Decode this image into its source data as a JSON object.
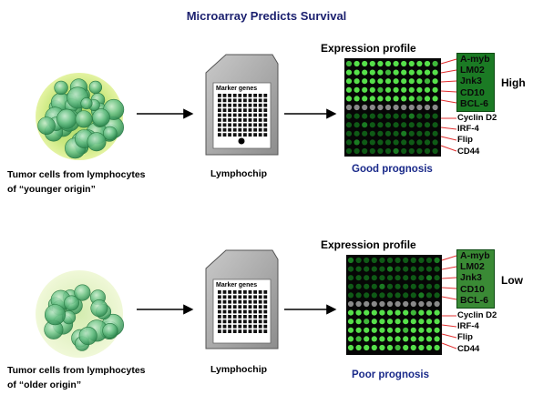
{
  "title": "Microarray Predicts Survival",
  "panels": [
    {
      "cell_caption_line1": "Tumor cells from lymphocytes",
      "cell_caption_line2": "of “younger origin”",
      "chip_label": "Marker genes",
      "chip_caption": "Lymphochip",
      "expression_title": "Expression profile",
      "prognosis": "Good prognosis",
      "level": "High",
      "upper_genes": [
        "A-myb",
        "LM02",
        "Jnk3",
        "CD10",
        "BCL-6"
      ],
      "lower_genes": [
        "Cyclin D2",
        "IRF-4",
        "Flip",
        "CD44"
      ]
    },
    {
      "cell_caption_line1": "Tumor cells from lymphocytes",
      "cell_caption_line2": "of “older origin”",
      "chip_label": "Marker genes",
      "chip_caption": "Lymphochip",
      "expression_title": "Expression profile",
      "prognosis": "Poor prognosis",
      "level": "Low",
      "upper_genes": [
        "A-myb",
        "LM02",
        "Jnk3",
        "CD10",
        "BCL-6"
      ],
      "lower_genes": [
        "Cyclin D2",
        "IRF-4",
        "Flip",
        "CD44"
      ]
    }
  ],
  "colors": {
    "title": "#1a1f6e",
    "prognosis_text": "#1a2a8a",
    "gene_box": "#1b7a24",
    "bright_spot": "#56e04a",
    "dim_spot": "#0f5a16",
    "separator_spot": "#8a8a8a",
    "connector_line": "#e03030"
  }
}
